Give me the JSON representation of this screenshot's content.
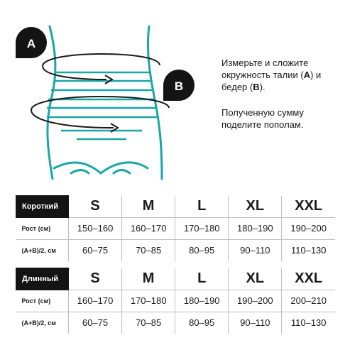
{
  "illustration": {
    "marker_a": "A",
    "marker_b": "B",
    "colors": {
      "body": "#1aa6a6",
      "marker": "#141414",
      "arrow": "#1a1a1a"
    }
  },
  "instructions": {
    "line1_pre": "Измерьте и сложите окружность талии (",
    "line1_a": "A",
    "line1_mid": ") и бедер (",
    "line1_b": "B",
    "line1_post": ").",
    "line2": "Полученную сумму поделите пополам."
  },
  "short_table": {
    "type_label": "Короткий",
    "sizes": [
      "S",
      "M",
      "L",
      "XL",
      "XXL"
    ],
    "rows": [
      {
        "label": "Рост (см)",
        "values": [
          "150–160",
          "160–170",
          "170–180",
          "180–190",
          "190–200"
        ]
      },
      {
        "label": "(A+B)/2, см",
        "values": [
          "60–75",
          "70–85",
          "80–95",
          "90–110",
          "110–130"
        ]
      }
    ]
  },
  "long_table": {
    "type_label": "Длинный",
    "sizes": [
      "S",
      "M",
      "L",
      "XL",
      "XXL"
    ],
    "rows": [
      {
        "label": "Рост (см)",
        "values": [
          "160–170",
          "170–180",
          "180–190",
          "190–200",
          "200–210"
        ]
      },
      {
        "label": "(A+B)/2, см",
        "values": [
          "60–75",
          "70–85",
          "80–95",
          "90–110",
          "110–130"
        ]
      }
    ]
  }
}
